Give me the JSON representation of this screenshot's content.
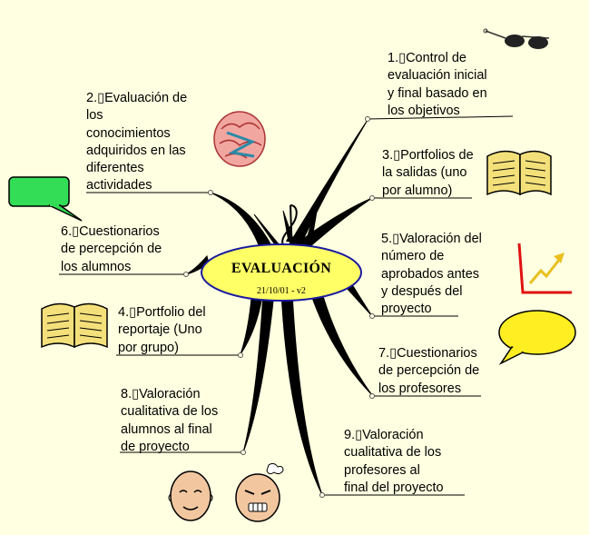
{
  "center": {
    "title": "EVALUACIÓN",
    "subtitle": "21/10/01 - v2"
  },
  "branches": [
    {
      "id": "n1",
      "text": "1.▯Control de\nevaluación inicial\ny final basado en\nlos objetivos"
    },
    {
      "id": "n2",
      "text": "2.▯Evaluación de\nlos\nconocimientos\nadquiridos en las\ndiferentes\nactividades"
    },
    {
      "id": "n3",
      "text": "3.▯Portfolios de\nla salidas (uno\npor alumno)"
    },
    {
      "id": "n4",
      "text": "4.▯Portfolio del\nreportaje (Uno\npor grupo)"
    },
    {
      "id": "n5",
      "text": "5.▯Valoración del\nnúmero de\naprobados antes\ny después del\nproyecto"
    },
    {
      "id": "n6",
      "text": "6.▯Cuestionarios\nde percepción de\nlos alumnos"
    },
    {
      "id": "n7",
      "text": "7.▯Cuestionarios\nde percepción de\nlos profesores"
    },
    {
      "id": "n8",
      "text": "8.▯Valoración\ncualitativa de los\nalumnos al final\nde proyecto"
    },
    {
      "id": "n9",
      "text": "9.▯Valoración\ncualitativa de los\nprofesores al\nfinal del proyecto"
    }
  ],
  "icons": [
    "sunglasses-icon",
    "brain-icon",
    "speech-bubble-green-icon",
    "open-book-icon",
    "treble-clef-icon",
    "rising-chart-icon",
    "speech-bubble-yellow-icon",
    "happy-face-icon",
    "angry-face-icon"
  ],
  "colors": {
    "background": "#FFFFE1",
    "center_fill": "#FFFF66",
    "center_border": "#1a1aa0",
    "branch": "#000000"
  }
}
